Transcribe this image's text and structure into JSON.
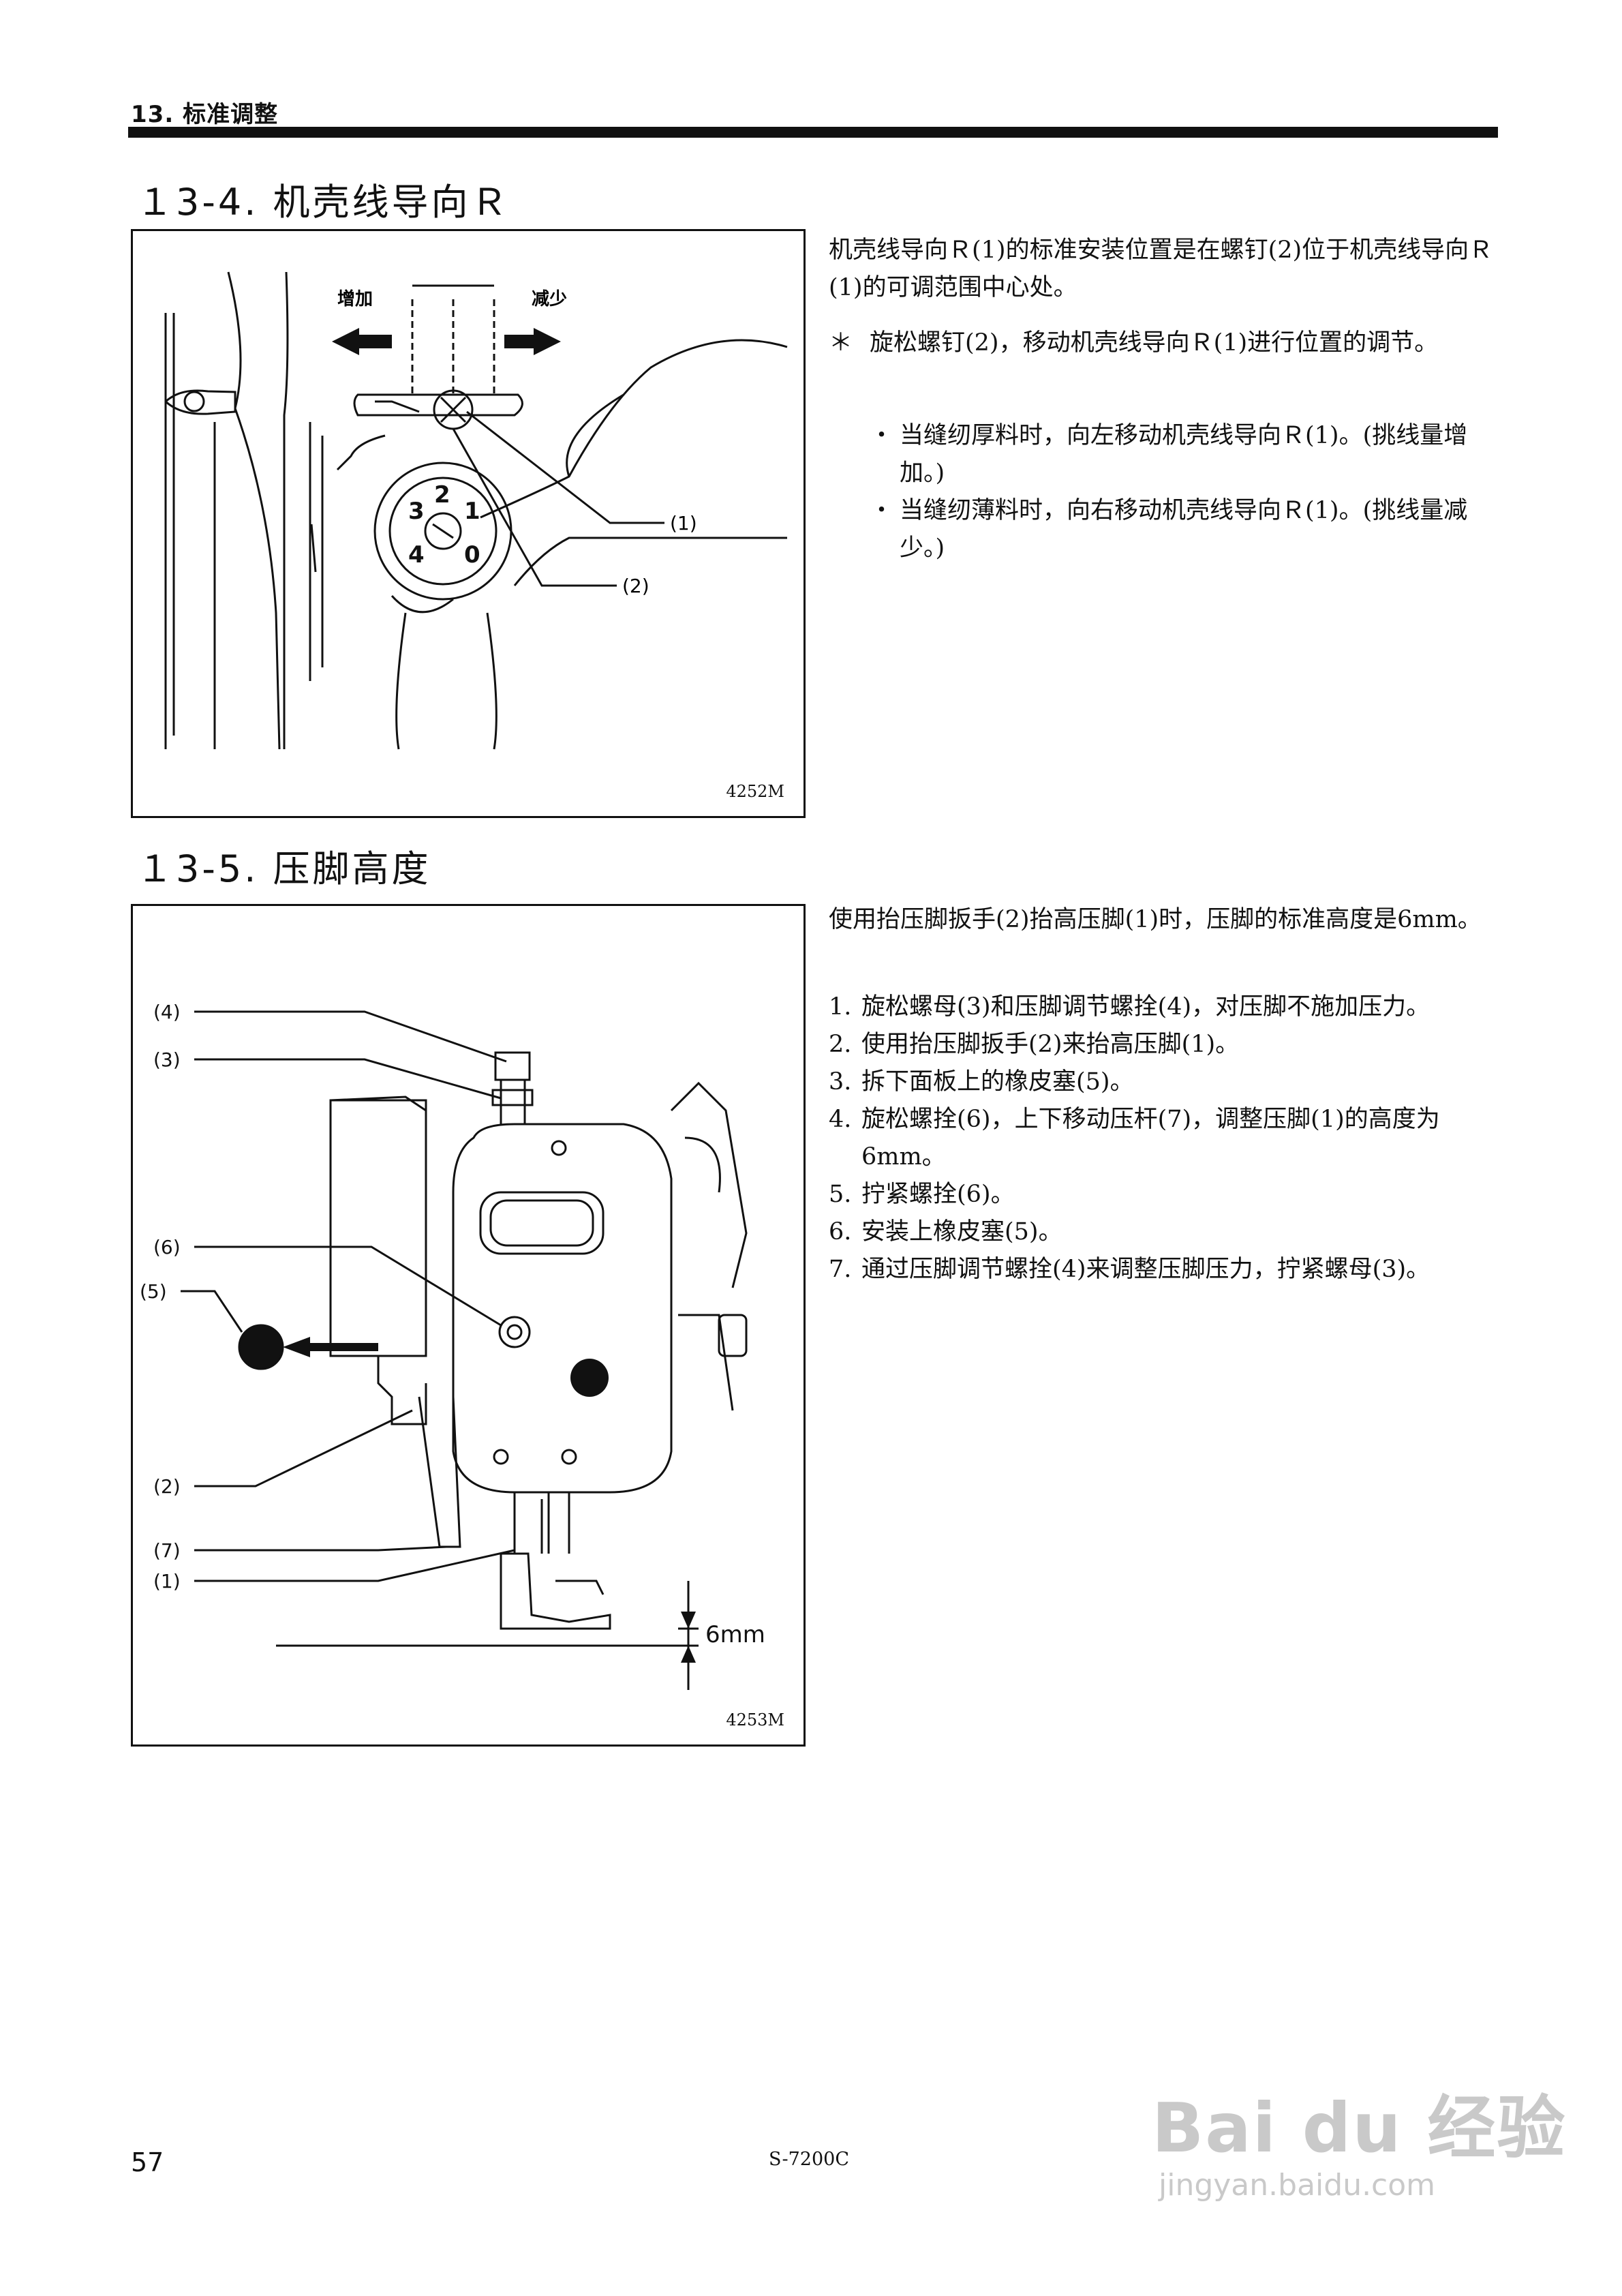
{
  "header": {
    "chapter": "13. 标准调整"
  },
  "section1": {
    "title": "１3-4. 机壳线导向Ｒ",
    "figure": {
      "code": "4252M",
      "label_increase": "增加",
      "label_decrease": "减少",
      "callout_1": "(1)",
      "callout_2": "(2)",
      "dial_numbers": [
        "2",
        "1",
        "0",
        "4",
        "3"
      ]
    },
    "paragraph": "机壳线导向Ｒ(1)的标准安装位置是在螺钉(2)位于机壳线导向Ｒ(1)的可调范围中心处。",
    "note_mark": "＊",
    "note": "旋松螺钉(2)，移动机壳线导向Ｒ(1)进行位置的调节。",
    "bullet_mark": "・",
    "bullets": [
      "当缝纫厚料时，向左移动机壳线导向Ｒ(1)。(挑线量增加。)",
      "当缝纫薄料时，向右移动机壳线导向Ｒ(1)。(挑线量减少。)"
    ]
  },
  "section2": {
    "title": "１3-5. 压脚高度",
    "figure": {
      "code": "4253M",
      "callouts": [
        "(4)",
        "(3)",
        "(6)",
        "(5)",
        "(2)",
        "(7)",
        "(1)"
      ],
      "dimension": "6mm"
    },
    "paragraph": "使用抬压脚扳手(2)抬高压脚(1)时，压脚的标准高度是6mm。",
    "steps": [
      {
        "n": "1.",
        "text": "旋松螺母(3)和压脚调节螺拴(4)，对压脚不施加压力。"
      },
      {
        "n": "2.",
        "text": "使用抬压脚扳手(2)来抬高压脚(1)。"
      },
      {
        "n": "3.",
        "text": "拆下面板上的橡皮塞(5)。"
      },
      {
        "n": "4.",
        "text": "旋松螺拴(6)，上下移动压杆(7)，调整压脚(1)的高度为 6mm。"
      },
      {
        "n": "5.",
        "text": "拧紧螺拴(6)。"
      },
      {
        "n": "6.",
        "text": "安装上橡皮塞(5)。"
      },
      {
        "n": "7.",
        "text": "通过压脚调节螺拴(4)来调整压脚压力，拧紧螺母(3)。"
      }
    ]
  },
  "footer": {
    "page_number": "57",
    "model": "S-7200C"
  },
  "watermark": {
    "text": "Bai du 经验",
    "url": "jingyan.baidu.com"
  }
}
